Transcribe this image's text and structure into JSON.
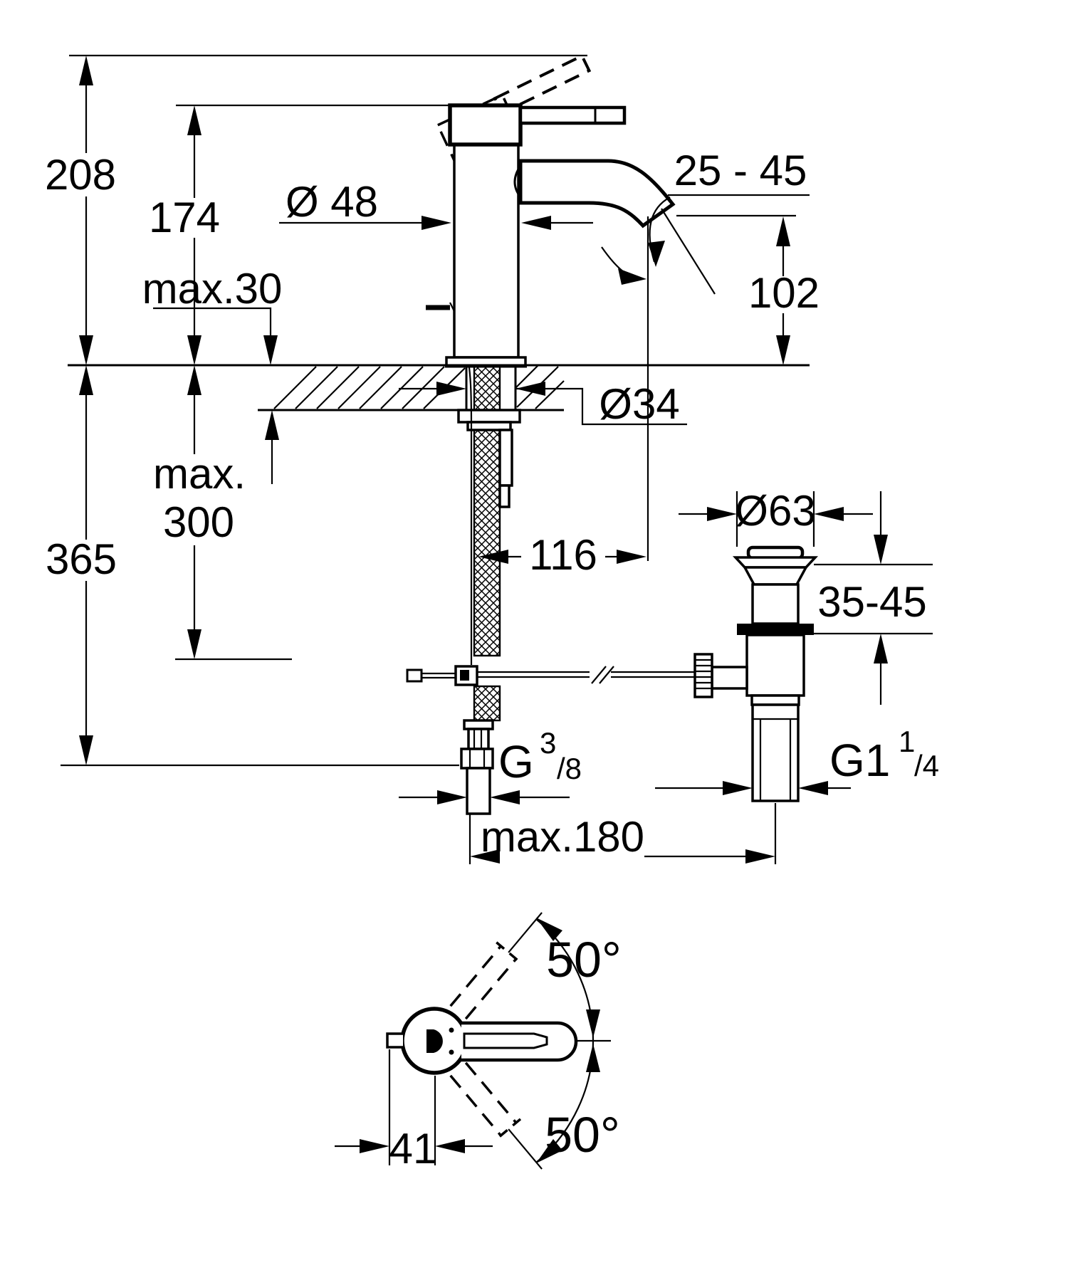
{
  "drawing": {
    "kind": "technical-dimension-drawing",
    "subject": "single-lever basin mixer faucet with pop-up waste, front view and plan view",
    "ink_color": "#000000",
    "paper_color": "#ffffff"
  },
  "labels": {
    "height_total": "208",
    "height_body": "174",
    "body_diameter": "Ø 48",
    "deck_thickness": "max.30",
    "spray_angle_range": "25 - 45",
    "spout_height": "102",
    "shank_diameter": "Ø34",
    "hose_max": "max.",
    "hose_max_value": "300",
    "depth_total": "365",
    "spout_reach": "116",
    "waste_flange_diameter": "Ø63",
    "basin_clamp_range": "35-45",
    "supply_thread_main": "G",
    "supply_thread_sup": "3",
    "supply_thread_sub": "/8",
    "waste_thread_main": "G1",
    "waste_thread_sup": "1",
    "waste_thread_sub": "/4",
    "waste_offset": "max.180",
    "swivel_upper": "50°",
    "swivel_lower": "50°",
    "handle_axis_offset": "41"
  }
}
